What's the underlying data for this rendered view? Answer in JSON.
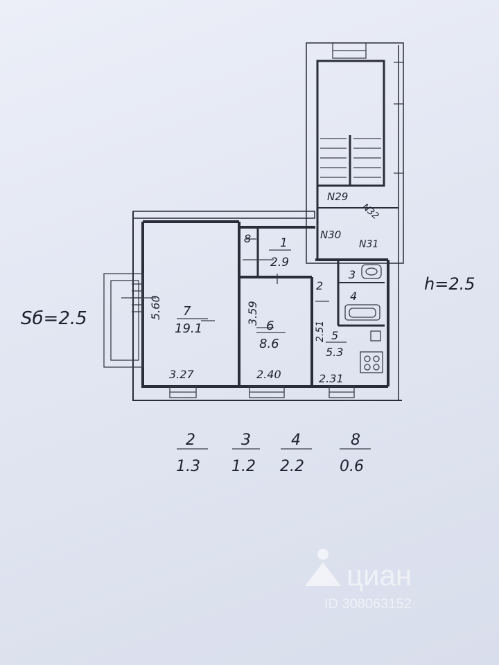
{
  "annotations": {
    "area_label": "Sб=2.5",
    "height_label": "h=2.5"
  },
  "rooms": {
    "r1": {
      "num": "1",
      "area": "2.9"
    },
    "r2": {
      "num": "2"
    },
    "r3": {
      "num": "3"
    },
    "r4": {
      "num": "4"
    },
    "r5": {
      "num": "5",
      "area": "5.3"
    },
    "r6": {
      "num": "6",
      "area": "8.6"
    },
    "r7": {
      "num": "7",
      "area": "19.1"
    },
    "r8": {
      "num": "8"
    }
  },
  "dimensions": {
    "d_560": "5.60",
    "d_327": "3.27",
    "d_359": "3.59",
    "d_240": "2.40",
    "d_231": "2.31",
    "d_251": "2.51"
  },
  "stairwell": {
    "n29": "N29",
    "n30": "N30",
    "n31": "N31",
    "n32": "N32"
  },
  "legend": [
    {
      "num": "2",
      "area": "1.3"
    },
    {
      "num": "3",
      "area": "1.2"
    },
    {
      "num": "4",
      "area": "2.2"
    },
    {
      "num": "8",
      "area": "0.6"
    }
  ],
  "watermark": {
    "brand": "циан",
    "id": "ID 308063152"
  }
}
